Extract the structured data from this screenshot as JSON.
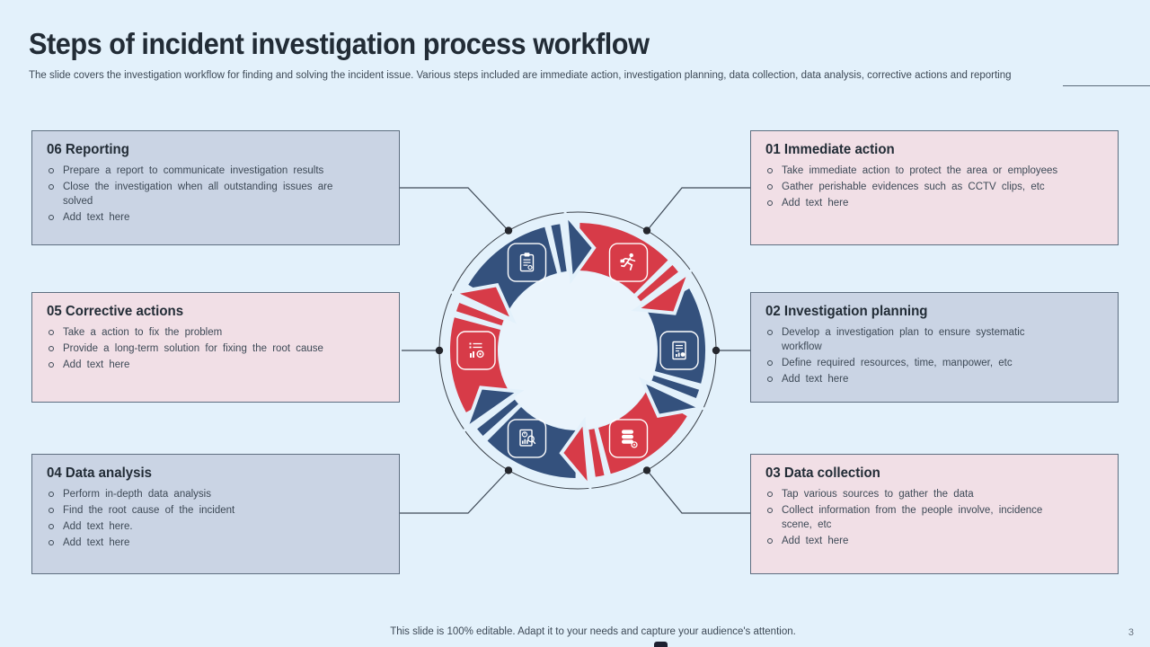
{
  "slide": {
    "title": "Steps of incident investigation process workflow",
    "subtitle": "The slide covers the investigation workflow for finding and solving the incident issue. Various steps included are immediate action, investigation planning, data collection, data analysis, corrective actions and reporting",
    "footer": "This slide is 100% editable. Adapt it to your needs and capture your audience's attention.",
    "page_number": "3"
  },
  "colors": {
    "background": "#E3F1FB",
    "red": "#D73B48",
    "navy": "#34517D",
    "box_blue": "#CAD4E4",
    "box_pink": "#F1DFE6",
    "box_border": "#5E6E80",
    "title_text": "#222C36",
    "body_text": "#3D4956",
    "connector": "#3E4956"
  },
  "boxes": {
    "left": [
      {
        "heading": "06 Reporting",
        "variant": "blue",
        "bullets": [
          "Prepare a report to communicate investigation results",
          "Close the investigation when all outstanding issues are solved",
          "Add text here"
        ]
      },
      {
        "heading": "05 Corrective actions",
        "variant": "pink",
        "bullets": [
          "Take a action to fix the problem",
          "Provide a long-term solution for fixing the root cause",
          "Add text here"
        ]
      },
      {
        "heading": "04 Data analysis",
        "variant": "blue",
        "bullets": [
          "Perform in-depth data analysis",
          "Find the root cause of the incident",
          "Add text here.",
          "Add text here"
        ]
      }
    ],
    "right": [
      {
        "heading": "01 Immediate action",
        "variant": "pink",
        "bullets": [
          "Take immediate action to protect the area or employees",
          "Gather perishable evidences such as CCTV clips, etc",
          "Add text here"
        ]
      },
      {
        "heading": "02 Investigation planning",
        "variant": "blue",
        "bullets": [
          "Develop a investigation plan to ensure systematic workflow",
          "Define required resources, time, manpower, etc",
          "Add text here"
        ]
      },
      {
        "heading": "03 Data collection",
        "variant": "pink",
        "bullets": [
          "Tap various sources to gather the data",
          "Collect information from the people involve, incidence scene, etc",
          "Add text here"
        ]
      }
    ]
  },
  "ring": {
    "segments": [
      {
        "position": "top-left",
        "color": "navy",
        "icon": "clipboard-report-icon",
        "step": "06"
      },
      {
        "position": "top-right",
        "color": "red",
        "icon": "running-person-icon",
        "step": "01"
      },
      {
        "position": "right",
        "color": "navy",
        "icon": "planning-document-icon",
        "step": "02"
      },
      {
        "position": "bottom-right",
        "color": "red",
        "icon": "database-search-icon",
        "step": "03"
      },
      {
        "position": "bottom-left",
        "color": "navy",
        "icon": "data-analysis-icon",
        "step": "04"
      },
      {
        "position": "left",
        "color": "red",
        "icon": "corrective-tools-icon",
        "step": "05"
      }
    ]
  }
}
